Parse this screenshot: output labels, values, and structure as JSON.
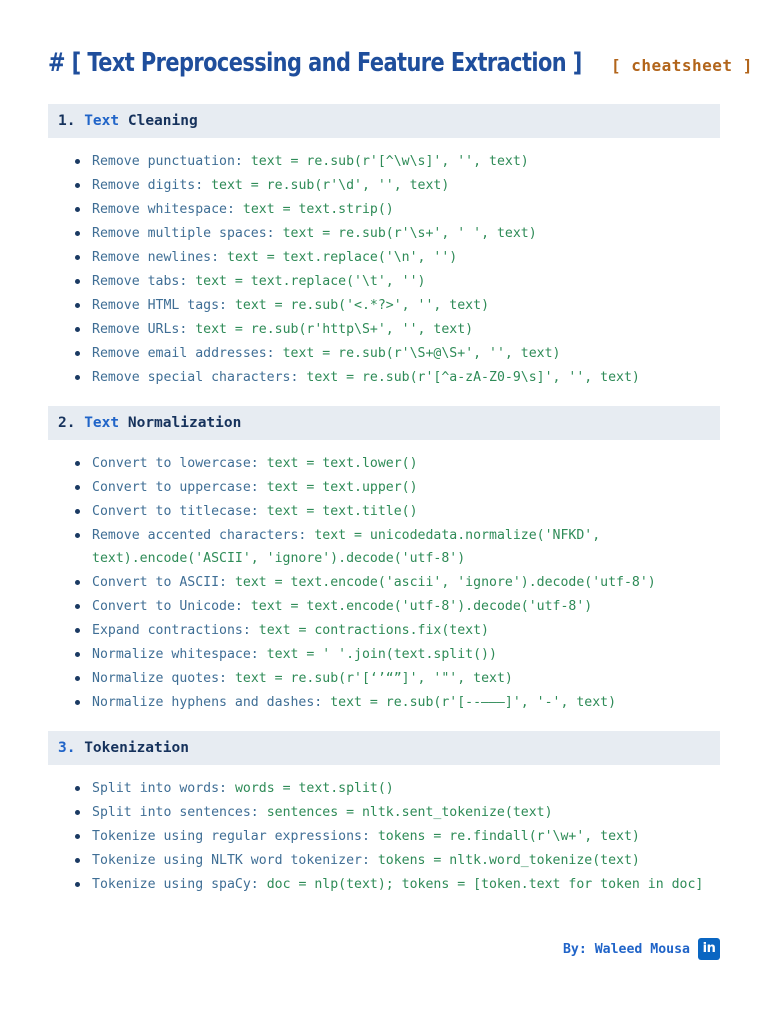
{
  "header": {
    "title": "# [ Text Preprocessing and Feature Extraction ]",
    "tag": "[ cheatsheet ]",
    "title_color": "#1f4e9c",
    "tag_color": "#b2651b"
  },
  "colors": {
    "band_background": "#e7ecf2",
    "section_number": "#16325c",
    "section_keyword": "#2064c8",
    "label": "#3f6e95",
    "code": "#2e8b57",
    "bullet": "#1b3a63",
    "byline": "#2064c8",
    "linkedin": "#0a66c2"
  },
  "sections": [
    {
      "number": "1.",
      "number_accent": false,
      "keyword": "Text",
      "rest": "Cleaning",
      "items": [
        {
          "label": "Remove punctuation:",
          "code": "text = re.sub(r'[^\\w\\s]', '', text)"
        },
        {
          "label": "Remove digits:",
          "code": "text = re.sub(r'\\d', '', text)"
        },
        {
          "label": "Remove whitespace:",
          "code": "text = text.strip()"
        },
        {
          "label": "Remove multiple spaces:",
          "code": "text = re.sub(r'\\s+', ' ', text)"
        },
        {
          "label": "Remove newlines:",
          "code": "text = text.replace('\\n', '')"
        },
        {
          "label": "Remove tabs:",
          "code": "text = text.replace('\\t', '')"
        },
        {
          "label": "Remove HTML tags:",
          "code": "text = re.sub('<.*?>', '', text)"
        },
        {
          "label": "Remove URLs:",
          "code": "text = re.sub(r'http\\S+', '', text)"
        },
        {
          "label": "Remove email addresses:",
          "code": "text = re.sub(r'\\S+@\\S+', '', text)"
        },
        {
          "label": "Remove special characters:",
          "code": "text = re.sub(r'[^a-zA-Z0-9\\s]', '', text)"
        }
      ]
    },
    {
      "number": "2.",
      "number_accent": false,
      "keyword": "Text",
      "rest": "Normalization",
      "items": [
        {
          "label": "Convert to lowercase:",
          "code": "text = text.lower()"
        },
        {
          "label": "Convert to uppercase:",
          "code": "text = text.upper()"
        },
        {
          "label": "Convert to titlecase:",
          "code": "text = text.title()"
        },
        {
          "label": "Remove accented characters:",
          "code": "text = unicodedata.normalize('NFKD', text).encode('ASCII', 'ignore').decode('utf-8')"
        },
        {
          "label": "Convert to ASCII:",
          "code": "text = text.encode('ascii', 'ignore').decode('utf-8')"
        },
        {
          "label": "Convert to Unicode:",
          "code": "text = text.encode('utf-8').decode('utf-8')"
        },
        {
          "label": "Expand contractions:",
          "code": "text = contractions.fix(text)"
        },
        {
          "label": "Normalize whitespace:",
          "code": "text = ' '.join(text.split())"
        },
        {
          "label": "Normalize quotes:",
          "code": "text = re.sub(r'[‘’“”]', '\"', text)"
        },
        {
          "label": "Normalize hyphens and dashes:",
          "code": "text = re.sub(r'[‐‑‒–—]', '-', text)"
        }
      ]
    },
    {
      "number": "3.",
      "number_accent": true,
      "keyword": "",
      "rest": "Tokenization",
      "items": [
        {
          "label": "Split into words:",
          "code": "words = text.split()"
        },
        {
          "label": "Split into sentences:",
          "code": "sentences = nltk.sent_tokenize(text)"
        },
        {
          "label": "Tokenize using regular expressions:",
          "code": "tokens = re.findall(r'\\w+', text)"
        },
        {
          "label": "Tokenize using NLTK word tokenizer:",
          "code": "tokens = nltk.word_tokenize(text)"
        },
        {
          "label": "Tokenize using spaCy:",
          "code": "doc = nlp(text); tokens = [token.text for token in doc]"
        }
      ]
    }
  ],
  "footer": {
    "byline": "By: Waleed Mousa",
    "linkedin_label": "in"
  }
}
